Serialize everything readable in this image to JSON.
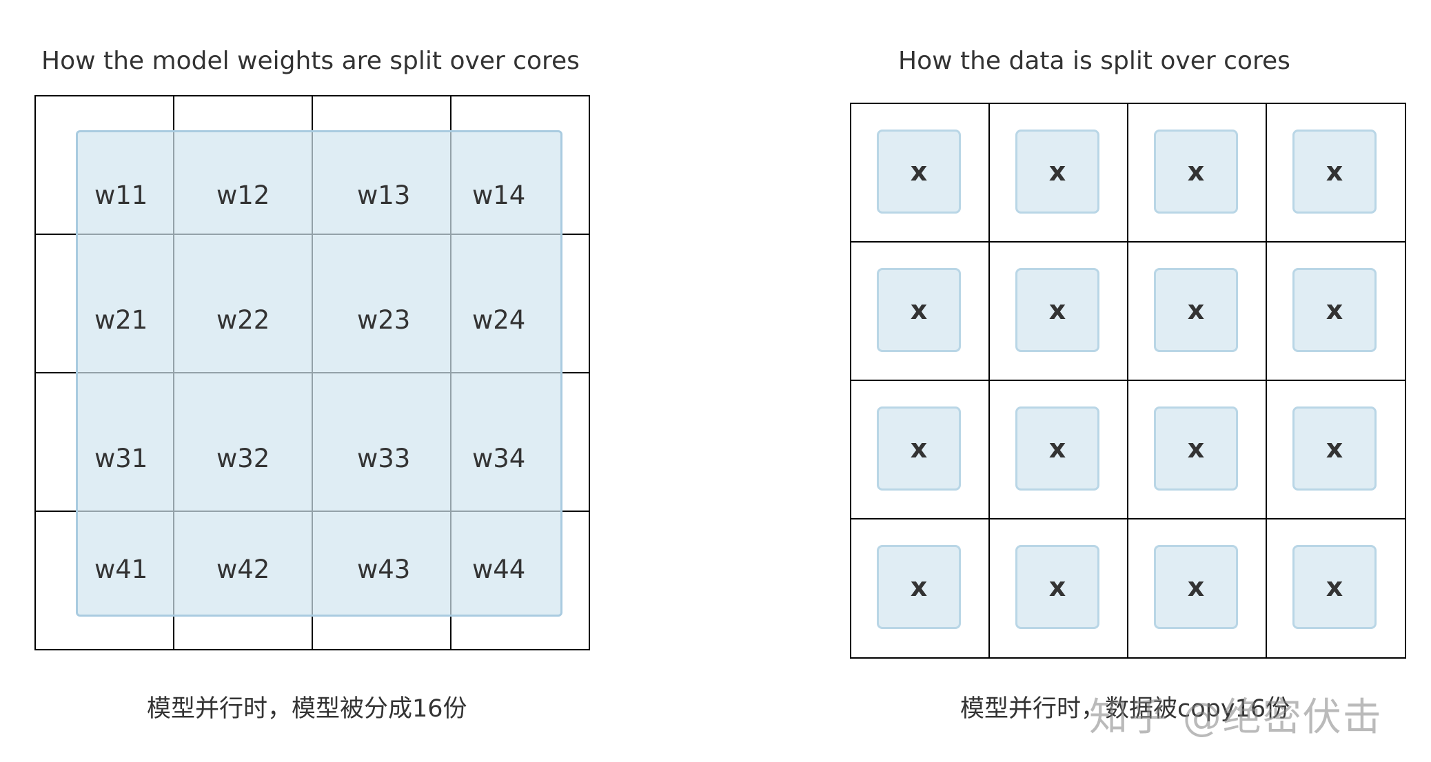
{
  "left": {
    "title": "How the model weights are split over cores",
    "weights": [
      [
        "w11",
        "w12",
        "w13",
        "w14"
      ],
      [
        "w21",
        "w22",
        "w23",
        "w24"
      ],
      [
        "w31",
        "w32",
        "w33",
        "w34"
      ],
      [
        "w41",
        "w42",
        "w43",
        "w44"
      ]
    ],
    "caption": "模型并行时，模型被分成16份"
  },
  "right": {
    "title": "How the data is split over cores",
    "cells": [
      [
        "x",
        "x",
        "x",
        "x"
      ],
      [
        "x",
        "x",
        "x",
        "x"
      ],
      [
        "x",
        "x",
        "x",
        "x"
      ],
      [
        "x",
        "x",
        "x",
        "x"
      ]
    ],
    "caption": "模型并行时，数据被copy16份"
  },
  "watermark": "知乎 @绝密伏击",
  "colors": {
    "cell_fill": "#e0edf4",
    "cell_border": "#b9d6e6",
    "grid_line": "#000000",
    "text": "#333333"
  }
}
